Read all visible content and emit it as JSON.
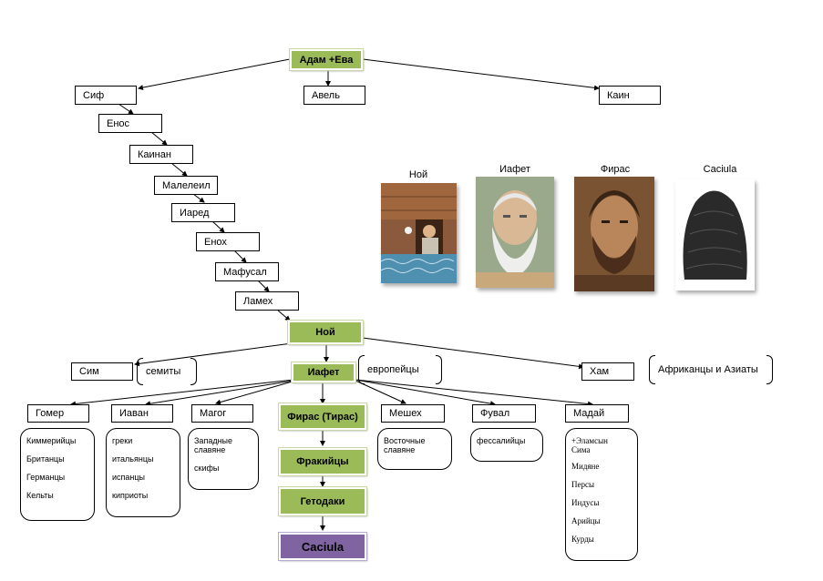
{
  "root": "Адам +Ева",
  "sons": {
    "sif": "Сиф",
    "avel": "Авель",
    "kain": "Каин"
  },
  "line": [
    "Енос",
    "Каинан",
    "Малелеил",
    "Иаред",
    "Енох",
    "Мафусал",
    "Ламех"
  ],
  "noy": "Ной",
  "noy_sons": {
    "sim": "Сим",
    "iafet": "Иафет",
    "ham": "Хам"
  },
  "groups": {
    "semity": "семиты",
    "europeans": "европейцы",
    "africans": "Африканцы и Азиаты"
  },
  "iafet_sons": [
    "Гомер",
    "Иаван",
    "Магог",
    "Мешех",
    "Фувал",
    "Мадай"
  ],
  "firas_chain": [
    "Фирас (Тирас)",
    "Фракийцы",
    "Гетодаки",
    "Caciula"
  ],
  "peoples": {
    "gomer": [
      "Киммерийцы",
      "Британцы",
      "Германцы",
      "Кельты"
    ],
    "iavan": [
      "греки",
      "итальянцы",
      "испанцы",
      "киприоты"
    ],
    "magog": [
      "Западные славяне",
      "скифы"
    ],
    "meshekh": [
      "Восточные славяне"
    ],
    "fuval": [
      "фессалийцы"
    ],
    "maday": [
      "+Эламсын Сима",
      "Мидяне",
      "Персы",
      "Индусы",
      "Арийцы",
      "Курды"
    ]
  },
  "portraits": [
    "Ной",
    "Иафет",
    "Фирас",
    "Caciula"
  ],
  "colors": {
    "green": "#9bbb59",
    "purple": "#8064a2",
    "line": "#000000"
  }
}
